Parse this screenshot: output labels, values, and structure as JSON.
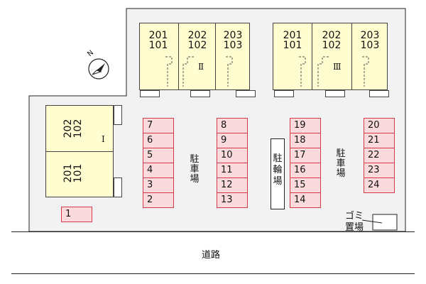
{
  "buildings": {
    "b2": {
      "name": "Ⅱ",
      "units": [
        {
          "upper": "201",
          "lower": "101"
        },
        {
          "upper": "202",
          "lower": "102"
        },
        {
          "upper": "203",
          "lower": "103"
        }
      ]
    },
    "b3": {
      "name": "Ⅲ",
      "units": [
        {
          "upper": "201",
          "lower": "101"
        },
        {
          "upper": "202",
          "lower": "102"
        },
        {
          "upper": "203",
          "lower": "103"
        }
      ]
    },
    "b1": {
      "name": "Ⅰ",
      "units": [
        {
          "upper": "202",
          "lower": "102"
        },
        {
          "upper": "201",
          "lower": "101"
        }
      ]
    }
  },
  "compass": {
    "letter": "N",
    "icon": "compass-north-icon"
  },
  "parking": {
    "label": "駐車場",
    "columns": [
      [
        "7",
        "6",
        "5",
        "4",
        "3",
        "2"
      ],
      [
        "8",
        "9",
        "10",
        "11",
        "12",
        "13"
      ],
      [
        "19",
        "18",
        "17",
        "16",
        "15",
        "14"
      ],
      [
        "20",
        "21",
        "22",
        "23",
        "24"
      ]
    ],
    "single_space": "1"
  },
  "bicycle_parking": {
    "label": "駐輪場"
  },
  "garbage": {
    "line1": "ゴミ",
    "line2": "置場"
  },
  "road": {
    "label": "道路"
  }
}
